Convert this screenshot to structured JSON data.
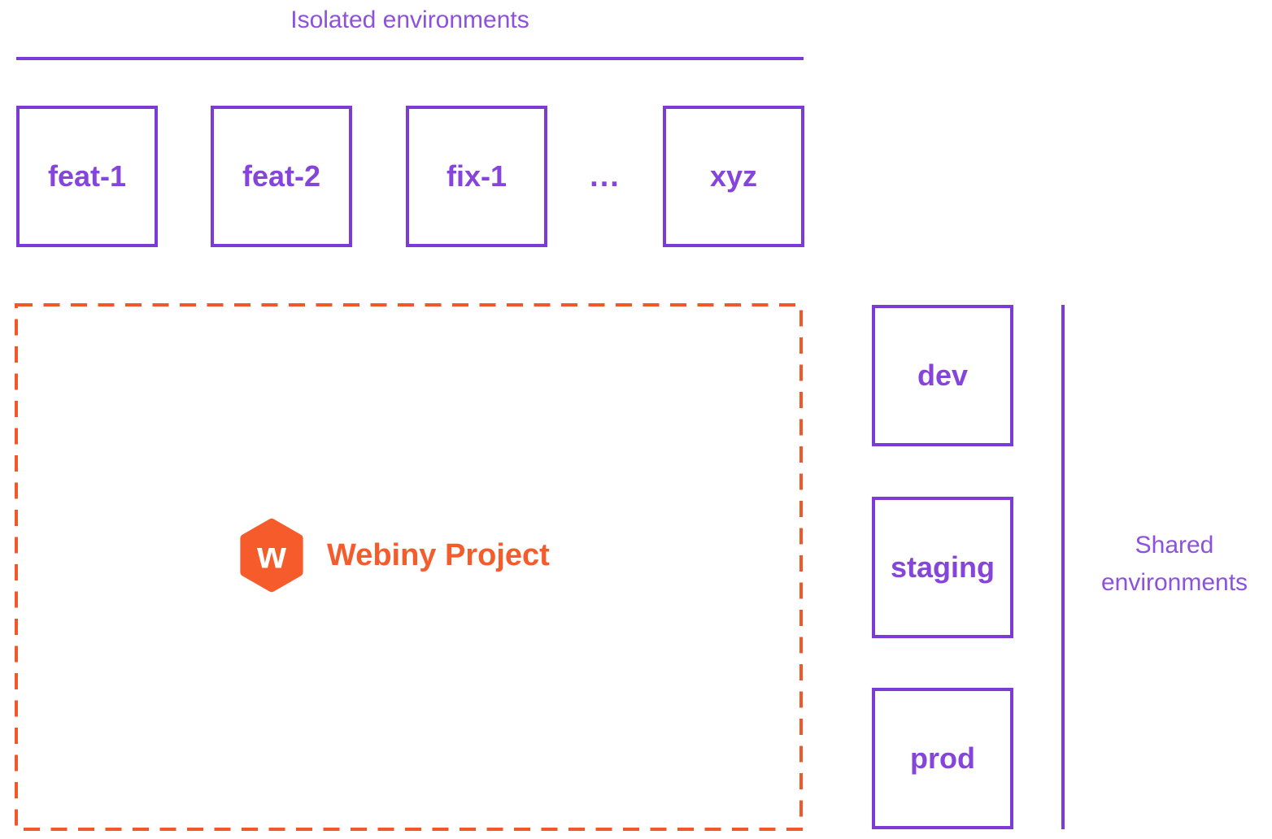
{
  "colors": {
    "purple": "#7c3ad6",
    "purple_label": "#8544da",
    "purple_title": "#8c52dc",
    "orange": "#f65b2b",
    "orange_dash": "#f0582a"
  },
  "isolated": {
    "title": "Isolated environments",
    "ellipsis": "...",
    "boxes": [
      {
        "label": "feat-1"
      },
      {
        "label": "feat-2"
      },
      {
        "label": "fix-1"
      },
      {
        "label": "xyz"
      }
    ]
  },
  "project": {
    "name": "Webiny Project",
    "logo_icon": "webiny-hexagon-icon",
    "logo_letter": "w"
  },
  "shared": {
    "title": "Shared environments",
    "boxes": [
      {
        "label": "dev"
      },
      {
        "label": "staging"
      },
      {
        "label": "prod"
      }
    ]
  }
}
